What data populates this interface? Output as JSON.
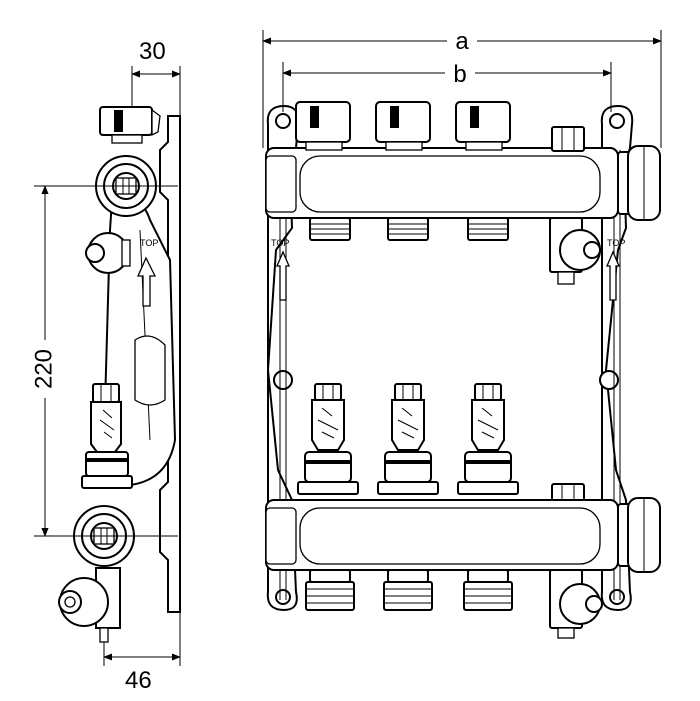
{
  "dimensions": {
    "side_width_top": "30",
    "side_height": "220",
    "side_width_bottom": "46",
    "front_overall": "a",
    "front_inner": "b"
  },
  "labels": {
    "flow_direction": "TOP"
  }
}
